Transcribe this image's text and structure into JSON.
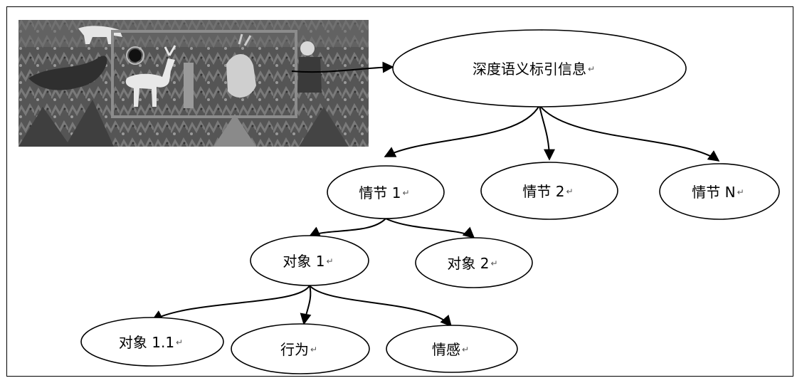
{
  "image": {
    "icons": [
      "mural-image"
    ]
  },
  "nodes": {
    "root": "深度语义标引信息",
    "plot1": "情节 1",
    "plot2": "情节 2",
    "plotN": "情节 N",
    "object1": "对象 1",
    "object2": "对象 2",
    "object11": "对象 1.1",
    "behavior": "行为",
    "emotion": "情感"
  },
  "return_mark": "↵",
  "edges": [
    [
      "image",
      "root"
    ],
    [
      "root",
      "plot1"
    ],
    [
      "root",
      "plot2"
    ],
    [
      "root",
      "plotN"
    ],
    [
      "plot1",
      "object1"
    ],
    [
      "plot1",
      "object2"
    ],
    [
      "object1",
      "object11"
    ],
    [
      "object1",
      "behavior"
    ],
    [
      "object1",
      "emotion"
    ]
  ]
}
